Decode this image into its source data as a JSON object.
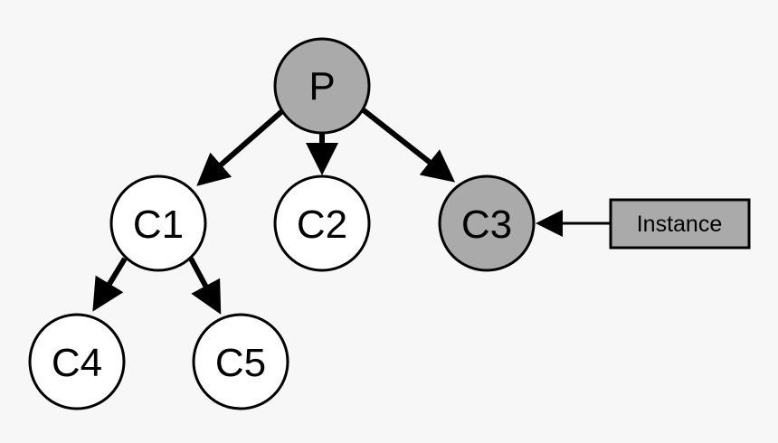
{
  "diagram": {
    "colors": {
      "background": "#f7f7f7",
      "highlighted_fill": "#aaaaaa",
      "default_fill": "#ffffff",
      "stroke": "#000000"
    },
    "nodes": {
      "p": {
        "label": "P",
        "highlighted": true
      },
      "c1": {
        "label": "C1",
        "highlighted": false
      },
      "c2": {
        "label": "C2",
        "highlighted": false
      },
      "c3": {
        "label": "C3",
        "highlighted": true
      },
      "c4": {
        "label": "C4",
        "highlighted": false
      },
      "c5": {
        "label": "C5",
        "highlighted": false
      }
    },
    "instance_box": {
      "label": "Instance"
    },
    "edges": [
      {
        "from": "P",
        "to": "C1"
      },
      {
        "from": "P",
        "to": "C2"
      },
      {
        "from": "P",
        "to": "C3"
      },
      {
        "from": "C1",
        "to": "C4"
      },
      {
        "from": "C1",
        "to": "C5"
      },
      {
        "from": "Instance",
        "to": "C3"
      }
    ]
  }
}
